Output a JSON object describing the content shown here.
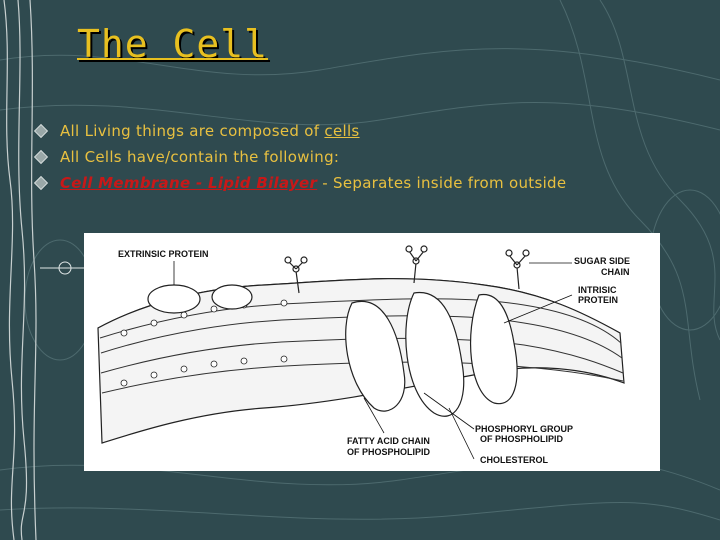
{
  "slide": {
    "title": "The Cell",
    "bullets": [
      {
        "text": "All Living things are composed of ",
        "link": "cells"
      },
      {
        "text": "All Cells have/contain the following:"
      },
      {
        "highlight": "Cell Membrane - Lipid Bilayer",
        "text": " - Separates inside from outside"
      }
    ]
  },
  "diagram": {
    "labels": {
      "extrinsic": "EXTRINSIC PROTEIN",
      "sugar1": "SUGAR SIDE",
      "sugar2": "CHAIN",
      "intrisic1": "INTRISIC",
      "intrisic2": "PROTEIN",
      "phos1": "PHOSPHORYL GROUP",
      "phos2": "OF PHOSPHOLIPID",
      "fatty1": "FATTY ACID CHAIN",
      "fatty2": "OF PHOSPHOLIPID",
      "chol": "CHOLESTEROL"
    }
  },
  "colors": {
    "background": "#2f4a4f",
    "title": "#e8c020",
    "text": "#e8c040",
    "highlight": "#c81818"
  }
}
